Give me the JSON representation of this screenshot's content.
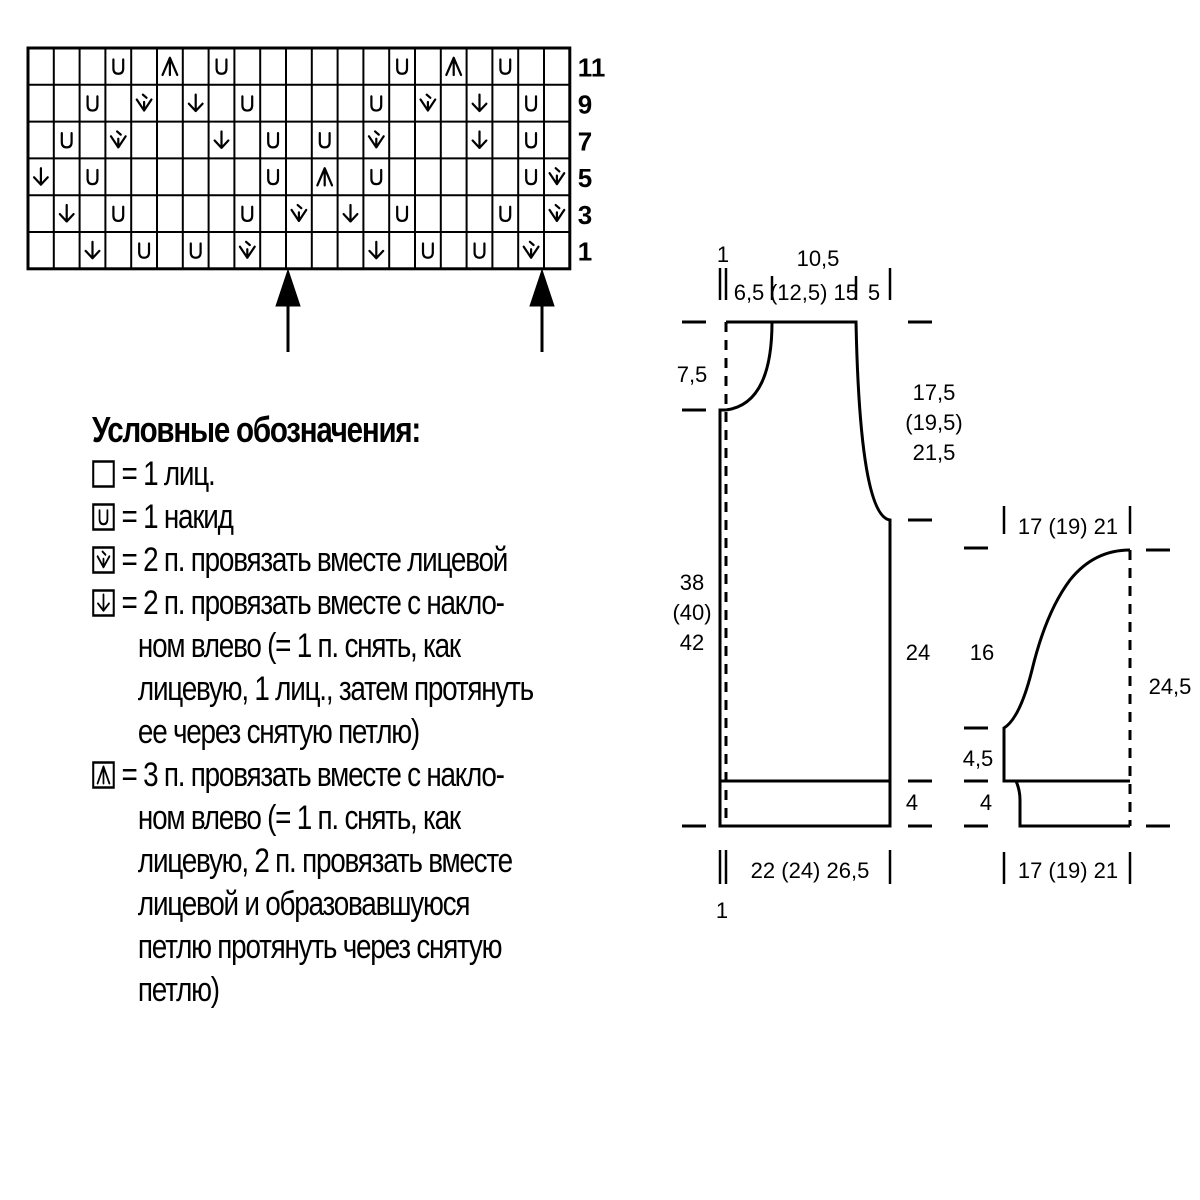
{
  "chart_data": {
    "type": "table",
    "title": "",
    "columns": 21,
    "row_labels": [
      "11",
      "9",
      "7",
      "5",
      "3",
      "1"
    ],
    "rows": [
      {
        "label": "11",
        "cells": [
          "",
          "",
          "",
          "yo",
          "",
          "k3tog_sl",
          "",
          "yo",
          "",
          "",
          "",
          "",
          "",
          "",
          "yo",
          "",
          "k3tog_sl",
          "",
          "yo",
          "",
          ""
        ]
      },
      {
        "label": "9",
        "cells": [
          "",
          "",
          "yo",
          "",
          "k2tog",
          "",
          "ssk",
          "",
          "yo",
          "",
          "",
          "",
          "",
          "yo",
          "",
          "k2tog",
          "",
          "ssk",
          "",
          "yo",
          ""
        ]
      },
      {
        "label": "7",
        "cells": [
          "",
          "yo",
          "",
          "k2tog",
          "",
          "",
          "",
          "ssk",
          "",
          "yo",
          "",
          "yo",
          "",
          "k2tog",
          "",
          "",
          "",
          "ssk",
          "",
          "yo",
          ""
        ]
      },
      {
        "label": "5",
        "cells": [
          "ssk",
          "",
          "yo",
          "",
          "",
          "",
          "",
          "",
          "",
          "yo",
          "",
          "k3tog_sl",
          "",
          "yo",
          "",
          "",
          "",
          "",
          "",
          "yo",
          "k2tog"
        ]
      },
      {
        "label": "3",
        "cells": [
          "",
          "ssk",
          "",
          "yo",
          "",
          "",
          "",
          "",
          "yo",
          "",
          "k2tog",
          "",
          "ssk",
          "",
          "yo",
          "",
          "",
          "",
          "yo",
          "",
          "k2tog"
        ]
      },
      {
        "label": "1",
        "cells": [
          "",
          "",
          "ssk",
          "",
          "yo",
          "",
          "yo",
          "",
          "k2tog",
          "",
          "",
          "",
          "",
          "ssk",
          "",
          "yo",
          "",
          "yo",
          "",
          "k2tog",
          ""
        ]
      }
    ],
    "repeat_marker_columns": [
      10,
      20
    ]
  },
  "legend": {
    "title": "Условные обозначения:",
    "items": [
      {
        "symbol": "knit",
        "text": "= 1 лиц."
      },
      {
        "symbol": "yo",
        "text": "= 1 накид"
      },
      {
        "symbol": "k2tog",
        "text": "= 2 п. провязать вместе лицевой"
      },
      {
        "symbol": "ssk",
        "text": "= 2 п. провязать вместе с накло-\nном влево (= 1 п. снять, как\nлицевую, 1 лиц., затем протянуть\nее через снятую петлю)"
      },
      {
        "symbol": "k3tog_sl",
        "text": "= 3 п. провязать вместе с накло-\nном влево (= 1 п. снять, как\nлицевую, 2 п. провязать вместе\nлицевой и образовавшуюся\nпетлю протянуть через снятую\nпетлю)"
      }
    ]
  },
  "front_piece": {
    "top_dims": {
      "edge": "1",
      "neck": "6,5",
      "shoulder_top": "10,5",
      "shoulder_sizes": "(12,5) 15",
      "armhole_top": "5"
    },
    "neck_depth": "7,5",
    "armhole_depth": "17,5\n(19,5)\n21,5",
    "left_height": "38\n(40)\n42",
    "right_height": "24",
    "rib_height": "4",
    "bottom_width": "22 (24) 26,5",
    "bottom_edge": "1"
  },
  "sleeve": {
    "top_width": "17 (19) 21",
    "cap_height": "16",
    "total_height": "24,5",
    "lower_height": "4,5",
    "rib_height": "4",
    "bottom_width": "17 (19) 21"
  }
}
